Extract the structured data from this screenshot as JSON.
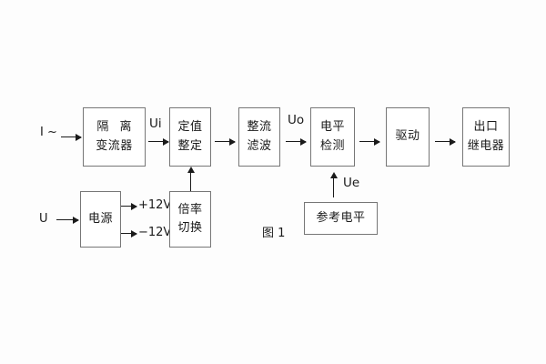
{
  "diagram": {
    "caption": "图 1",
    "inputs": [
      {
        "name": "current-input",
        "label": "I ~"
      },
      {
        "name": "voltage-input",
        "label": "U"
      }
    ],
    "blocks": [
      {
        "id": "isolation-ct",
        "lines": [
          "隔 离",
          "变流器"
        ]
      },
      {
        "id": "setting-value",
        "lines": [
          "定值",
          "整定"
        ]
      },
      {
        "id": "rectify-filter",
        "lines": [
          "整流",
          "滤波"
        ]
      },
      {
        "id": "level-detect",
        "lines": [
          "电平",
          "检测"
        ]
      },
      {
        "id": "driver",
        "lines": [
          "驱动"
        ]
      },
      {
        "id": "output-relay",
        "lines": [
          "出口",
          "继电器"
        ]
      },
      {
        "id": "power-supply",
        "lines": [
          "电源"
        ]
      },
      {
        "id": "multiplier-switch",
        "lines": [
          "倍率",
          "切换"
        ]
      },
      {
        "id": "reference-level",
        "lines": [
          "参考电平"
        ]
      }
    ],
    "signals": [
      {
        "id": "ui",
        "label": "Ui"
      },
      {
        "id": "uo",
        "label": "Uo"
      },
      {
        "id": "ue",
        "label": "Ue"
      }
    ],
    "rails": [
      {
        "id": "rail-positive",
        "label": "+12V"
      },
      {
        "id": "rail-negative",
        "label": "−12V"
      }
    ]
  }
}
